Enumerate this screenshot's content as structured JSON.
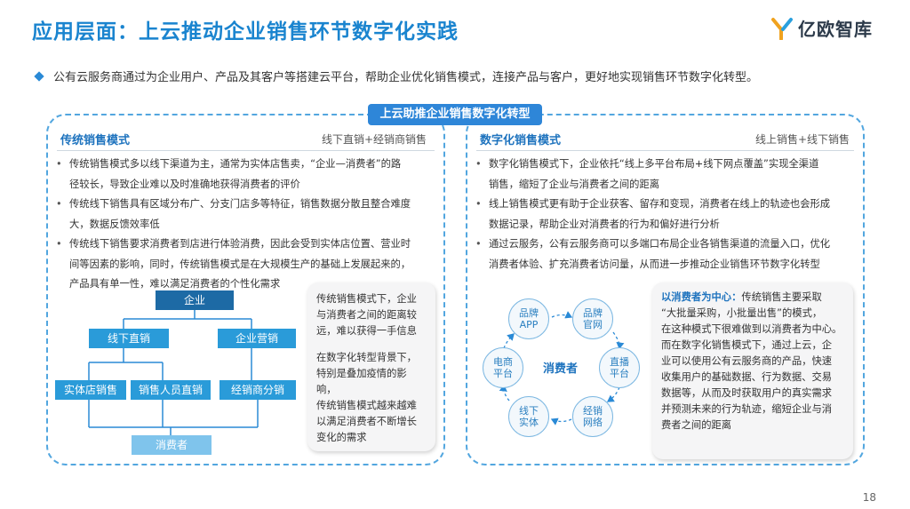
{
  "header": {
    "title": "应用层面：上云推动企业销售环节数字化实践",
    "logo_text": "亿欧智库"
  },
  "intro": "公有云服务商通过为企业用户、产品及其客户等搭建云平台，帮助企业优化销售模式，连接产品与客户，更好地实现销售环节数字化转型。",
  "banner": "上云助推企业销售数字化转型",
  "left": {
    "title": "传统销售模式",
    "tag": "线下直销+经销商销售",
    "bullets": [
      {
        "line1": "传统销售模式多以线下渠道为主，通常为实体店售卖，“企业—消费者”的路",
        "line2": "径较长，导致企业难以及时准确地获得消费者的评价"
      },
      {
        "line1": "传统线下销售具有区域分布广、分支门店多等特征，销售数据分散且整合难度",
        "line2": "大，数据反馈效率低"
      },
      {
        "line1": "传统线下销售要求消费者到店进行体验消费，因此会受到实体店位置、营业时",
        "line2": "间等因素的影响，同时，传统销售模式是在大规模生产的基础上发展起来的，",
        "line3": "产品具有单一性，难以满足消费者的个性化需求"
      }
    ],
    "flow": {
      "root": "企业",
      "branch_left": "线下直销",
      "branch_right": "企业营销",
      "leaf1": "实体店销售",
      "leaf2": "销售人员直销",
      "leaf3": "经销商分销",
      "bottom": "消费者"
    },
    "callout": {
      "p1": [
        "传统销售模式下，企业",
        "与消费者之间的距离较",
        "远，难以获得一手信息"
      ],
      "p2": [
        "在数字化转型背景下，",
        "特别是叠加疫情的影响，",
        "传统销售模式越来越难",
        "以满足消费者不断增长",
        "变化的需求"
      ]
    }
  },
  "right": {
    "title": "数字化销售模式",
    "tag": "线上销售+线下销售",
    "bullets": [
      {
        "line1": "数字化销售模式下，企业依托“线上多平台布局+线下网点覆盖”实现全渠道",
        "line2": "销售，缩短了企业与消费者之间的距离"
      },
      {
        "line1": "线上销售模式更有助于企业获客、留存和变现，消费者在线上的轨迹也会形成",
        "line2": "数据记录，帮助企业对消费者的行为和偏好进行分析"
      },
      {
        "line1": "通过云服务，公有云服务商可以多端口布局企业各销售渠道的流量入口，优化",
        "line2": "消费者体验、扩充消费者访问量，从而进一步推动企业销售环节数字化转型"
      }
    ],
    "cycle": {
      "center": "消费者",
      "nodes": [
        {
          "l1": "品牌",
          "l2": "APP"
        },
        {
          "l1": "品牌",
          "l2": "官网"
        },
        {
          "l1": "直播",
          "l2": "平台"
        },
        {
          "l1": "经销",
          "l2": "网络"
        },
        {
          "l1": "线下",
          "l2": "实体"
        },
        {
          "l1": "电商",
          "l2": "平台"
        }
      ]
    },
    "callout": {
      "bold": "以消费者为中心：",
      "first": "传统销售主要采取",
      "lines": [
        "“大批量采购，小批量出售”的模式，",
        "在这种模式下很难做到以消费者为中心。",
        "而在数字化销售模式下，通过上云，企",
        "业可以使用公有云服务商的产品，快速",
        "收集用户的基础数据、行为数据、交易",
        "数据等，从而及时获取用户的真实需求",
        "并预测未来的行为轨迹，缩短企业与消",
        "费者之间的距离"
      ]
    }
  },
  "page_number": "18",
  "colors": {
    "title": "#1a84cf",
    "accent": "#2e86d8",
    "dark_box": "#1d6aa5",
    "mid_box": "#2a9bd9",
    "light_box": "#7fc4ec"
  }
}
